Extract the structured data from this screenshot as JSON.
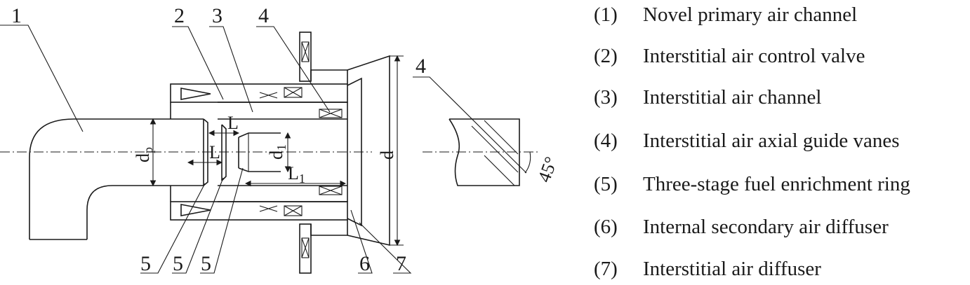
{
  "callouts": {
    "c1": "1",
    "c2": "2",
    "c3": "3",
    "c4": "4",
    "c4b": "4",
    "c5a": "5",
    "c5b": "5",
    "c5c": "5",
    "c6": "6",
    "c7": "7"
  },
  "dims": {
    "dp": "d",
    "dp_sub": "p",
    "L_top": "L",
    "L_left": "L",
    "d1": "d",
    "d1_sub": "1",
    "L1": "L",
    "L1_sub": "1",
    "d": "d",
    "angle": "45°"
  },
  "legend": [
    {
      "num": "(1)",
      "text": "Novel primary air channel"
    },
    {
      "num": "(2)",
      "text": "Interstitial air control valve"
    },
    {
      "num": "(3)",
      "text": "Interstitial air channel"
    },
    {
      "num": "(4)",
      "text": "Interstitial air axial guide vanes"
    },
    {
      "num": "(5)",
      "text": "Three-stage fuel enrichment ring"
    },
    {
      "num": "(6)",
      "text": "Internal secondary air diffuser"
    },
    {
      "num": "(7)",
      "text": "Interstitial air diffuser"
    }
  ]
}
